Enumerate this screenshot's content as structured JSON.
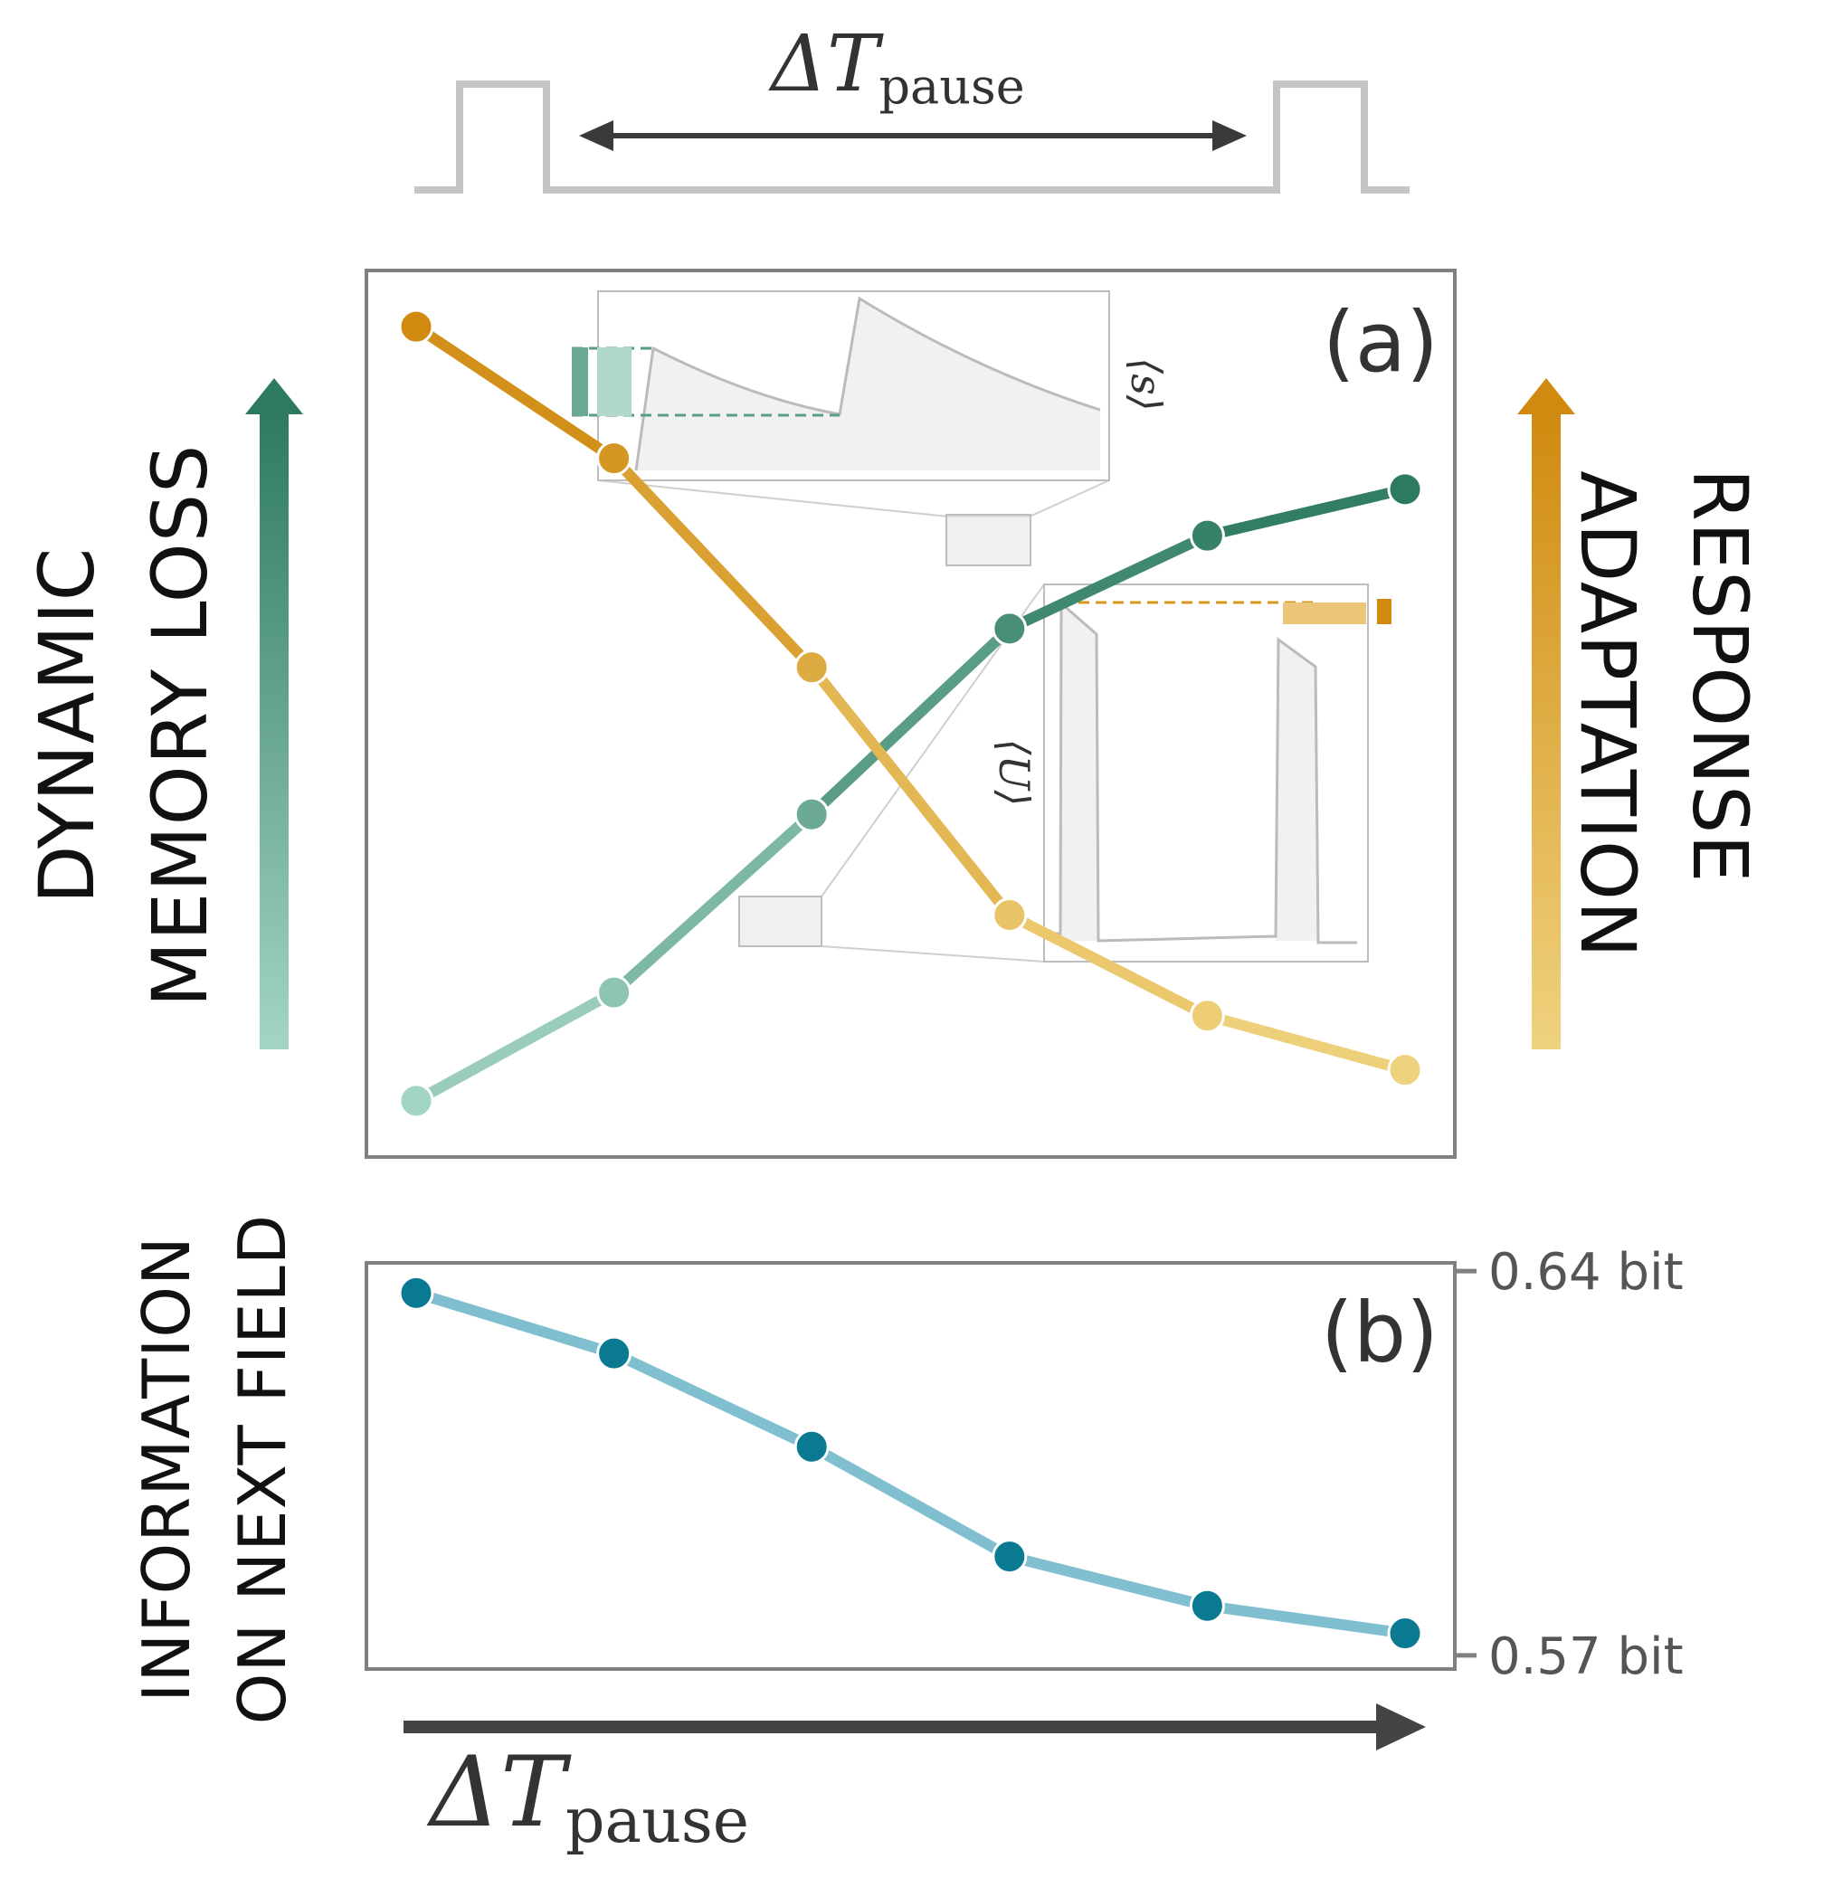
{
  "top_schematic": {
    "label": "ΔT",
    "label_subscript": "pause"
  },
  "left_axis": {
    "line1": "DYNAMIC",
    "line2": "MEMORY LOSS",
    "color_light": "#a3d5c3",
    "color_dark": "#2e7a61"
  },
  "right_axis": {
    "line1": "RESPONSE",
    "line2": "ADAPTATION",
    "color_light": "#efd27e",
    "color_dark": "#d08a0f"
  },
  "bottom_left_axis": {
    "line1": "INFORMATION",
    "line2": "ON NEXT FIELD"
  },
  "x_axis": {
    "label": "ΔT",
    "label_subscript": "pause"
  },
  "inset_top": {
    "label": "⟨s⟩"
  },
  "inset_bottom": {
    "label": "⟨U⟩"
  },
  "chart_data": [
    {
      "type": "line",
      "panel_label": "(a)",
      "x": [
        1,
        2,
        3,
        4,
        5,
        6
      ],
      "xlabel": "ΔT pause",
      "series": [
        {
          "key": "memory_loss",
          "values": [
            0.0,
            0.14,
            0.37,
            0.61,
            0.73,
            0.79
          ],
          "color": "#2e7a61"
        },
        {
          "key": "response_adaptation",
          "values": [
            1.0,
            0.83,
            0.56,
            0.24,
            0.11,
            0.04
          ],
          "color": "#d08a0f"
        }
      ],
      "ylim": [
        -0.02,
        1.02
      ],
      "grid": false
    },
    {
      "type": "line",
      "panel_label": "(b)",
      "x": [
        1,
        2,
        3,
        4,
        5,
        6
      ],
      "xlabel": "ΔT pause",
      "ylabel": "INFORMATION ON NEXT FIELD",
      "ytick_labels": [
        "0.64 bit",
        "0.57 bit"
      ],
      "yticks": [
        0.64,
        0.57
      ],
      "series": [
        {
          "key": "information",
          "values": [
            0.636,
            0.625,
            0.608,
            0.588,
            0.579,
            0.574
          ],
          "color": "#0a7a93"
        }
      ],
      "ylim": [
        0.5675,
        0.6415
      ],
      "grid": false
    }
  ]
}
